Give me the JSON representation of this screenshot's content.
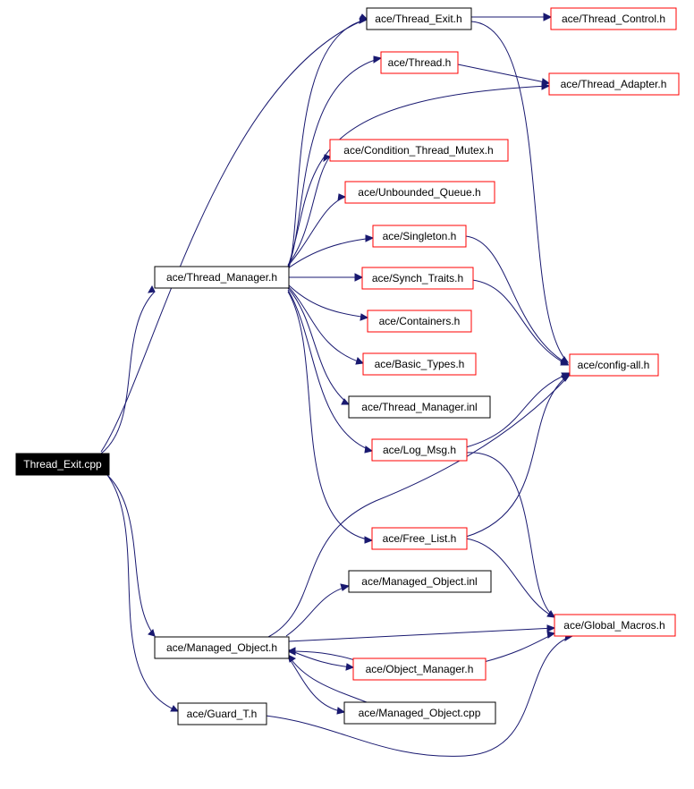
{
  "diagram": {
    "root": "Thread_Exit.cpp",
    "nodes": {
      "thread_exit_cpp": "Thread_Exit.cpp",
      "thread_manager_h": "ace/Thread_Manager.h",
      "managed_object_h": "ace/Managed_Object.h",
      "guard_t_h": "ace/Guard_T.h",
      "thread_exit_h": "ace/Thread_Exit.h",
      "thread_h": "ace/Thread.h",
      "condition_thread_mutex_h": "ace/Condition_Thread_Mutex.h",
      "unbounded_queue_h": "ace/Unbounded_Queue.h",
      "singleton_h": "ace/Singleton.h",
      "synch_traits_h": "ace/Synch_Traits.h",
      "containers_h": "ace/Containers.h",
      "basic_types_h": "ace/Basic_Types.h",
      "thread_manager_inl": "ace/Thread_Manager.inl",
      "log_msg_h": "ace/Log_Msg.h",
      "free_list_h": "ace/Free_List.h",
      "managed_object_inl": "ace/Managed_Object.inl",
      "object_manager_h": "ace/Object_Manager.h",
      "managed_object_cpp": "ace/Managed_Object.cpp",
      "thread_control_h": "ace/Thread_Control.h",
      "thread_adapter_h": "ace/Thread_Adapter.h",
      "config_all_h": "ace/config-all.h",
      "global_macros_h": "ace/Global_Macros.h"
    },
    "border_colors": {
      "documented": "#000000",
      "truncated": "#ff0000",
      "root_fill": "#000000",
      "edge": "#191970"
    }
  }
}
